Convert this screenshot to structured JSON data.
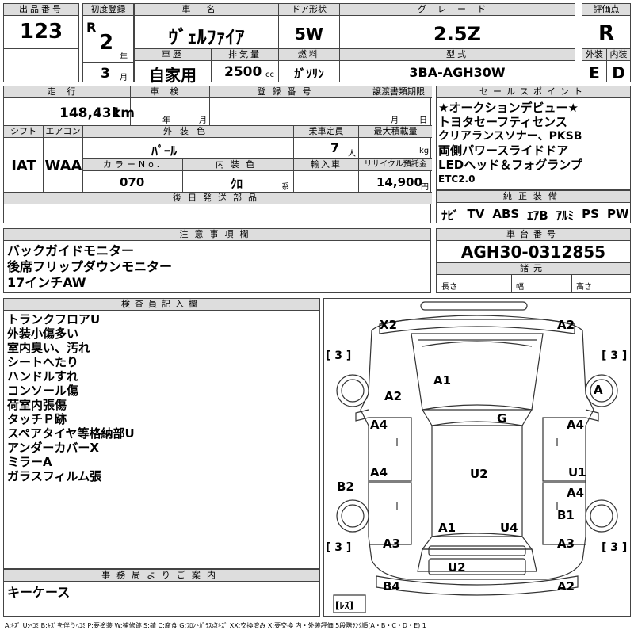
{
  "top": {
    "lot_label": "出品番号",
    "lot_value": "123",
    "reg_label": "初度登録",
    "era": "R",
    "year": "2",
    "year_unit": "年",
    "month": "3",
    "month_unit": "月",
    "name_label": "車名",
    "name_value": "ｳﾞｪﾙﾌｧｲｱ",
    "door_label": "ドア形状",
    "door_value": "5W",
    "grade_label": "グレード",
    "grade_value": "2.5Z",
    "score_label": "評価点",
    "score_value": "R",
    "history_label": "車歴",
    "history_value": "自家用",
    "disp_label": "排気量",
    "disp_value": "2500",
    "disp_unit": "cc",
    "fuel_label": "燃料",
    "fuel_value": "ｶﾞｿﾘﾝ",
    "model_label": "型式",
    "model_value": "3BA-AGH30W",
    "ext_label": "外装",
    "ext_value": "E",
    "int_label": "内装",
    "int_value": "D"
  },
  "mid": {
    "mileage_label": "走行",
    "mileage_value": "148,431",
    "mileage_unit": "km",
    "inspect_label": "車検",
    "inspect_year": "年",
    "inspect_month": "月",
    "regno_label": "登録番号",
    "transfer_label": "譲渡書類期限",
    "transfer_month": "月",
    "transfer_day": "日",
    "shift_label": "シフト",
    "shift_value": "IAT",
    "ac_label": "エアコン",
    "ac_value": "WAA",
    "color_label": "外装色",
    "color_value": "ﾊﾟｰﾙ",
    "capacity_label": "乗車定員",
    "capacity_value": "7",
    "capacity_unit": "人",
    "load_label": "最大積載量",
    "load_unit": "kg",
    "colorno_label": "カラーNo.",
    "colorno_value": "070",
    "intcolor_label": "内装色",
    "intcolor_value": "ｸﾛ",
    "intcolor_unit": "系",
    "import_label": "輸入車",
    "recycle_label": "リサイクル預託金",
    "recycle_value": "14,900",
    "recycle_unit": "円",
    "later_label": "後日発送部品"
  },
  "sales": {
    "label": "セールスポイント",
    "lines": [
      "★オークションデビュー★",
      "トヨタセーフティセンス",
      "クリアランスソナー、PKSB",
      "両側パワースライドドア",
      "LEDヘッド＆フォグランプ",
      "ETC2.0"
    ]
  },
  "equip": {
    "label": "純正装備",
    "items": [
      "ﾅﾋﾞ",
      "TV",
      "ABS",
      "ｴｱB",
      "ｱﾙﾐ",
      "PS",
      "PW"
    ]
  },
  "notes": {
    "label": "注意事項欄",
    "lines": [
      "バックガイドモニター",
      "後席フリップダウンモニター",
      "17インチAW"
    ]
  },
  "chassis": {
    "label": "車台番号",
    "value": "AGH30-0312855",
    "spec_label": "諸元",
    "len_label": "長さ",
    "width_label": "幅",
    "height_label": "高さ"
  },
  "inspector": {
    "label": "検査員記入欄",
    "lines": [
      "トランクフロアU",
      "外装小傷多い",
      "室内臭い、汚れ",
      "シートへたり",
      "ハンドルすれ",
      "コンソール傷",
      "荷室内張傷",
      "タッチＰ跡",
      "スペアタイヤ等格納部U",
      "アンダーカバーX",
      "ミラーA",
      "ガラスフィルム張"
    ]
  },
  "office": {
    "label": "事務局よりご案内",
    "lines": [
      "キーケース"
    ]
  },
  "diagram": {
    "marks": {
      "front_left": "X2",
      "front_right": "A2",
      "left_fender": "A2",
      "hood": "A1",
      "front_wheel_right": "A",
      "roof": "G",
      "left_front_door": "A4",
      "right_front_door": "A4",
      "left_rear_door": "A4",
      "floor": "U2",
      "right_rear_u": "U1",
      "right_rear_door": "A4",
      "left_quarter": "B2",
      "right_quarter": "B1",
      "trunk_left": "A1",
      "trunk_right": "U4",
      "rear_left": "A3",
      "rear_right": "A3",
      "rear_u": "U2",
      "rear_bumper_left": "B4",
      "rear_bumper_right": "A2"
    },
    "tyre_fl": "3",
    "tyre_fr": "3",
    "tyre_rl": "3",
    "tyre_rr": "3",
    "spare": "ﾚｽ",
    "tyre_bracket_left": "[",
    "tyre_bracket_right": "]"
  },
  "legend": "A:ｷｽﾞ U:ﾍｺﾐ B:ｷｽﾞを伴うﾍｺﾐ P:要塗装 W:補修跡 S:錆 C:腐食 G:ﾌﾛﾝﾄｶﾞﾗｽ点ｷｽﾞ XX:交換済み X:要交換 内・外装評価 5段階ﾗﾝｸ順(A・B・C・D・E) 1"
}
